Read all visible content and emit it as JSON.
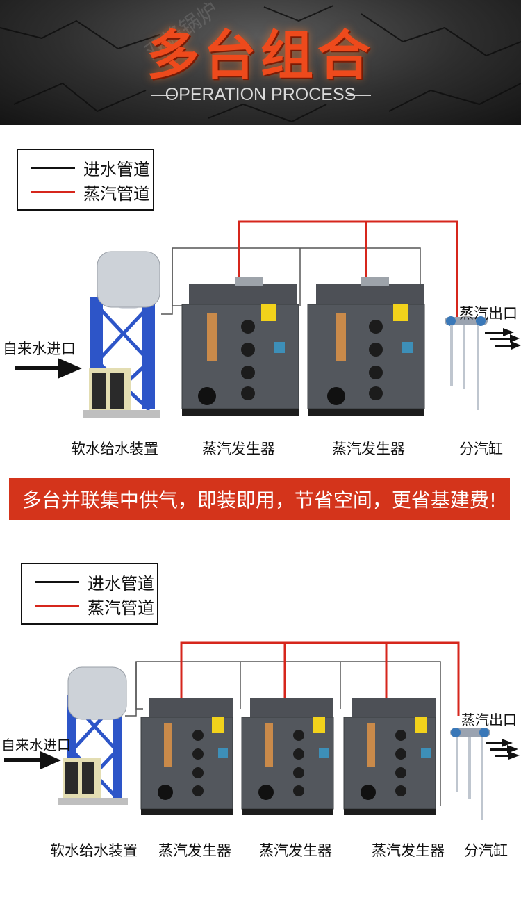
{
  "header": {
    "title": "多台组合",
    "subtitle": "OPERATION PROCESS",
    "watermark": "双峰锅炉"
  },
  "colors": {
    "steam_line": "#d6261c",
    "water_line": "#555555",
    "banner_bg": "#d4341b",
    "title_orange": "#ee4a1c"
  },
  "legend": {
    "water_pipe": "进水管道",
    "steam_pipe": "蒸汽管道"
  },
  "diagram1": {
    "inlet_label": "自来水进口",
    "outlet_label": "蒸汽出口",
    "softener_label": "软水给水装置",
    "generator_labels": [
      "蒸汽发生器",
      "蒸汽发生器"
    ],
    "header_label": "分汽缸"
  },
  "banner": {
    "text": "多台并联集中供气，即装即用，节省空间，更省基建费!"
  },
  "diagram2": {
    "inlet_label": "自来水进口",
    "outlet_label": "蒸汽出口",
    "softener_label": "软水给水装置",
    "generator_labels": [
      "蒸汽发生器",
      "蒸汽发生器",
      "蒸汽发生器"
    ],
    "header_label": "分汽缸"
  }
}
